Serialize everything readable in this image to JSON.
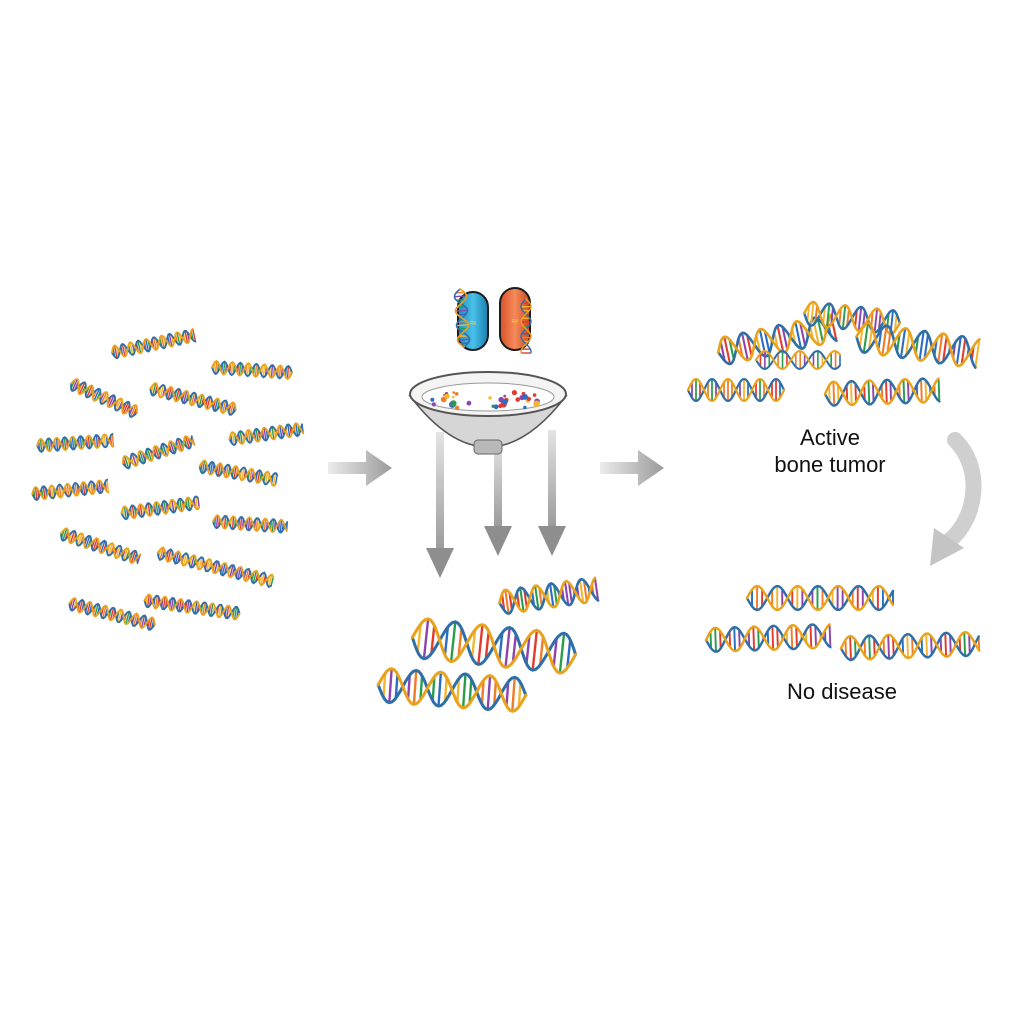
{
  "labels": {
    "active_line1": "Active",
    "active_line2": "bone tumor",
    "no_disease": "No disease"
  },
  "colors": {
    "background": "#ffffff",
    "arrow": "#c8c8c8",
    "bowl": "#d9d9d9",
    "capsule_left": "#2aa6d6",
    "capsule_right": "#ee6a3c",
    "helix_strand_a": "#2f6fa8",
    "helix_strand_b": "#e8a21b",
    "rung_palette": [
      "#e23b2e",
      "#f2b632",
      "#2a9d4b",
      "#2b6cc4",
      "#8e44ad",
      "#f07c2a"
    ]
  },
  "icons": {
    "process_arrow": "right-arrow-icon",
    "flow_arrow": "down-arrow-icon",
    "curved_arrow": "curved-down-arrow-icon",
    "filter": "bowl-filter-icon",
    "capsule": "capsule-icon",
    "dna": "dna-double-helix-icon"
  }
}
